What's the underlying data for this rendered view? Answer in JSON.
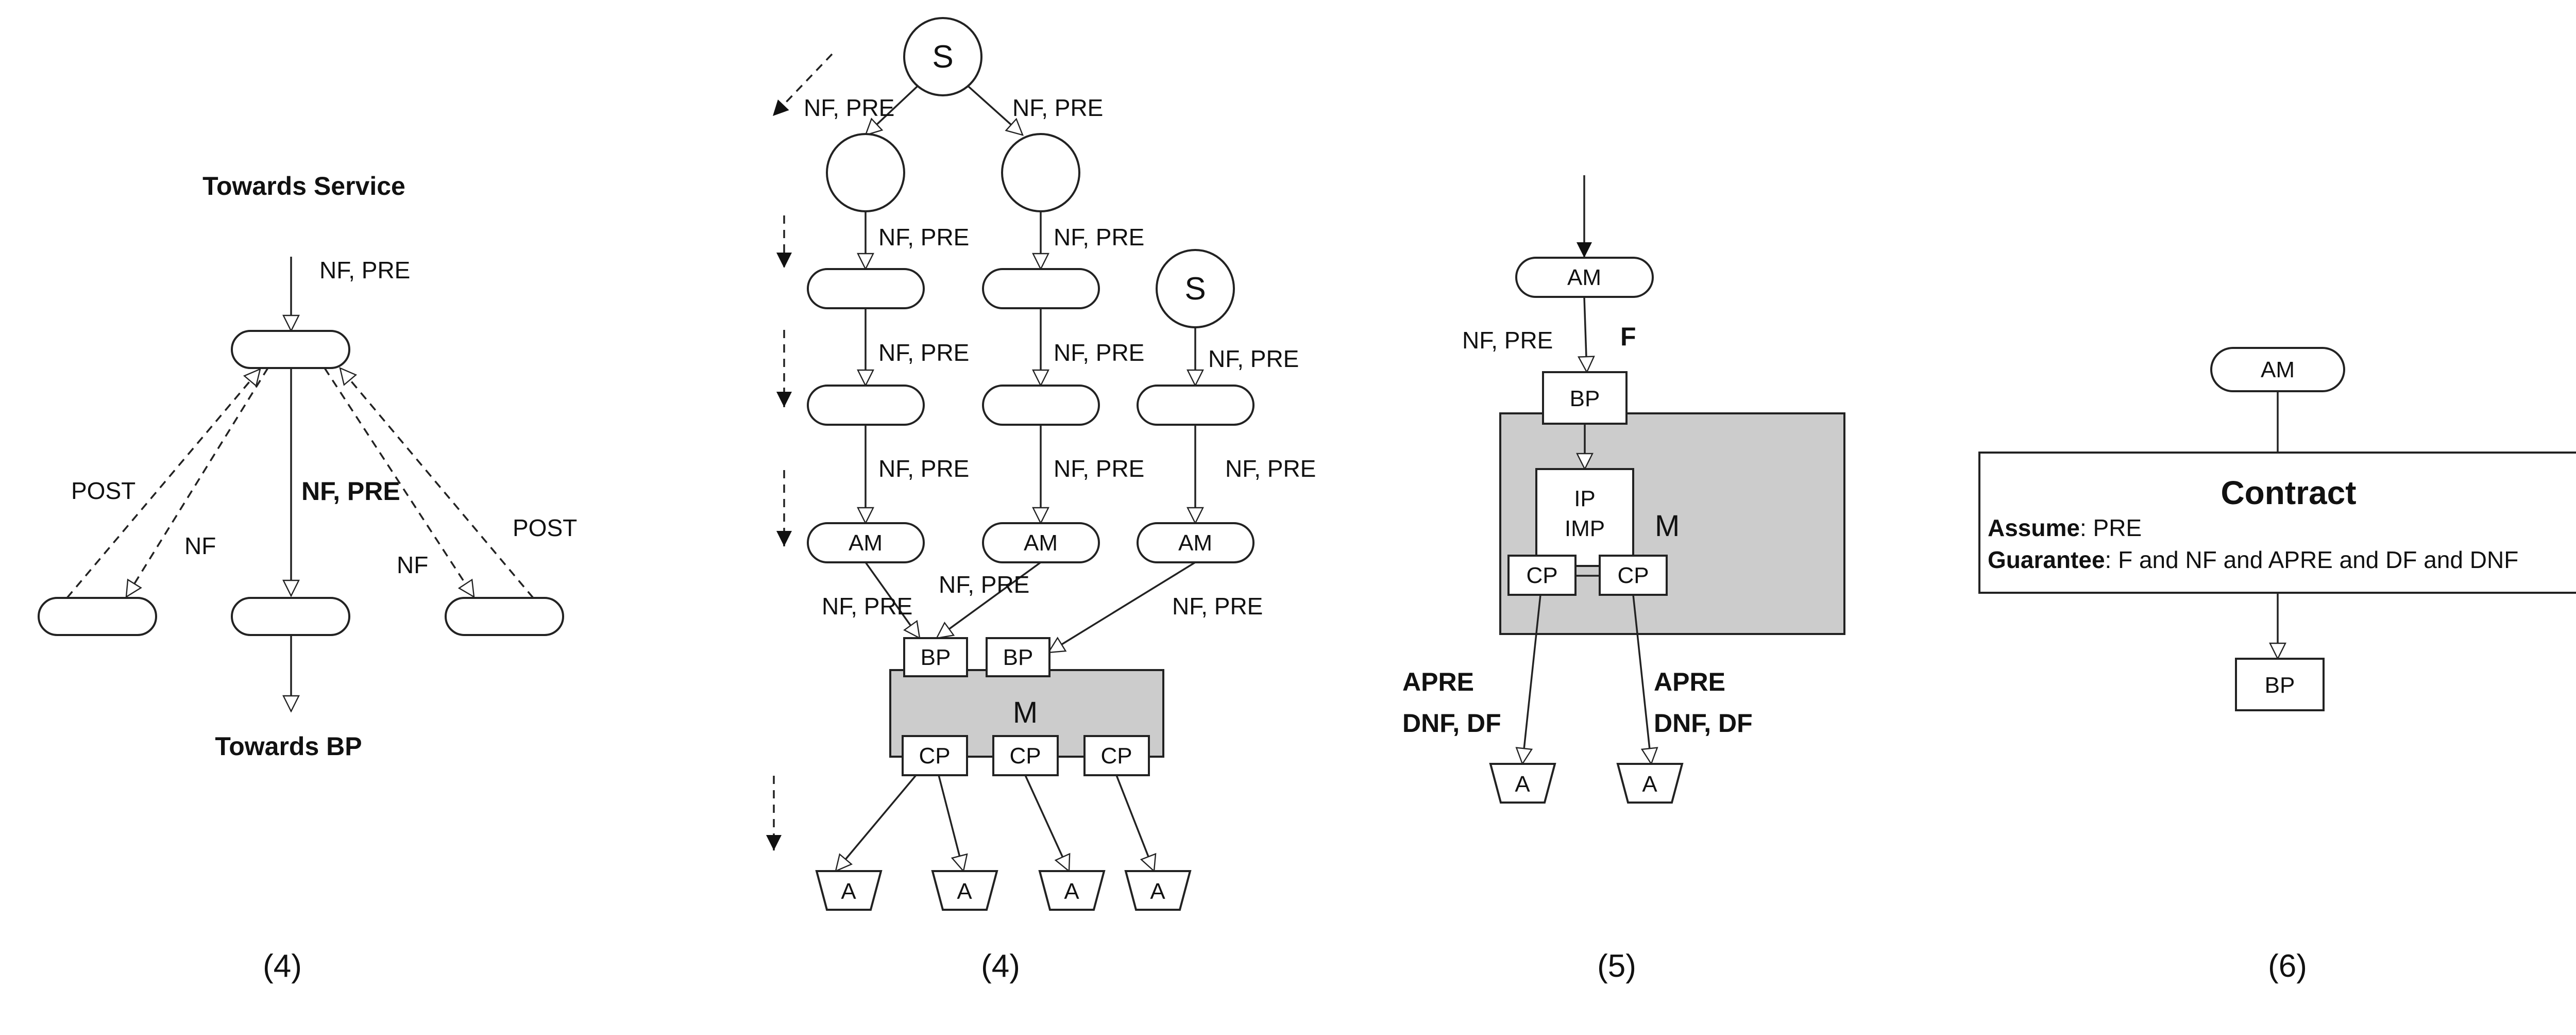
{
  "panel1": {
    "caption": "(4)",
    "title_top": "Towards Service",
    "title_bottom": "Towards BP",
    "labels": {
      "nf_pre": "NF, PRE",
      "nf_pre_bold": "NF, PRE",
      "post_left": "POST",
      "nf_left": "NF",
      "nf_right": "NF",
      "post_right": "POST"
    }
  },
  "panel2": {
    "caption": "(4)",
    "s_label": "S",
    "nf_pre": "NF, PRE",
    "am": "AM",
    "bp": "BP",
    "m": "M",
    "cp": "CP",
    "a": "A"
  },
  "panel3": {
    "caption": "(5)",
    "am": "AM",
    "nf_pre": "NF, PRE",
    "f": "F",
    "bp": "BP",
    "ip": "IP",
    "imp": "IMP",
    "m": "M",
    "cp": "CP",
    "apre": "APRE",
    "dnf_df": "DNF, DF",
    "a": "A"
  },
  "panel4": {
    "caption": "(6)",
    "am": "AM",
    "contract_title": "Contract",
    "assume_label": "Assume",
    "assume_value": ": PRE",
    "guarantee_label": "Guarantee",
    "guarantee_value": ": F and NF and APRE and DF and DNF",
    "bp": "BP"
  }
}
